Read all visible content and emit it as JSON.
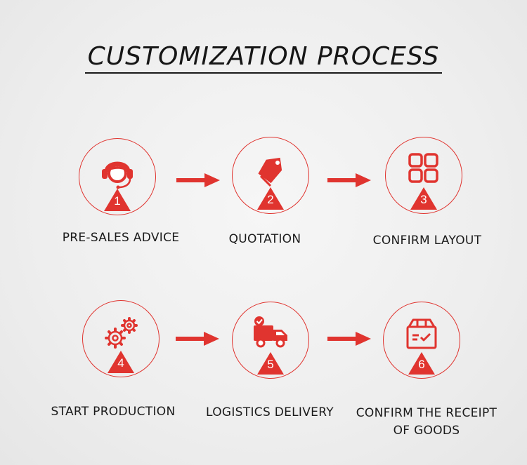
{
  "title": "CUSTOMIZATION PROCESS",
  "colors": {
    "accent": "#e0342f",
    "text": "#1b1b1b"
  },
  "steps": [
    {
      "number": "1",
      "label": "PRE-SALES ADVICE",
      "icon": "headset-icon"
    },
    {
      "number": "2",
      "label": "QUOTATION",
      "icon": "price-tag-icon"
    },
    {
      "number": "3",
      "label": "CONFIRM LAYOUT",
      "icon": "grid-layout-icon"
    },
    {
      "number": "4",
      "label": "START PRODUCTION",
      "icon": "gears-icon"
    },
    {
      "number": "5",
      "label": "LOGISTICS DELIVERY",
      "icon": "delivery-truck-icon"
    },
    {
      "number": "6",
      "label_line1": "CONFIRM THE RECEIPT",
      "label_line2": "OF GOODS",
      "icon": "package-check-icon"
    }
  ]
}
